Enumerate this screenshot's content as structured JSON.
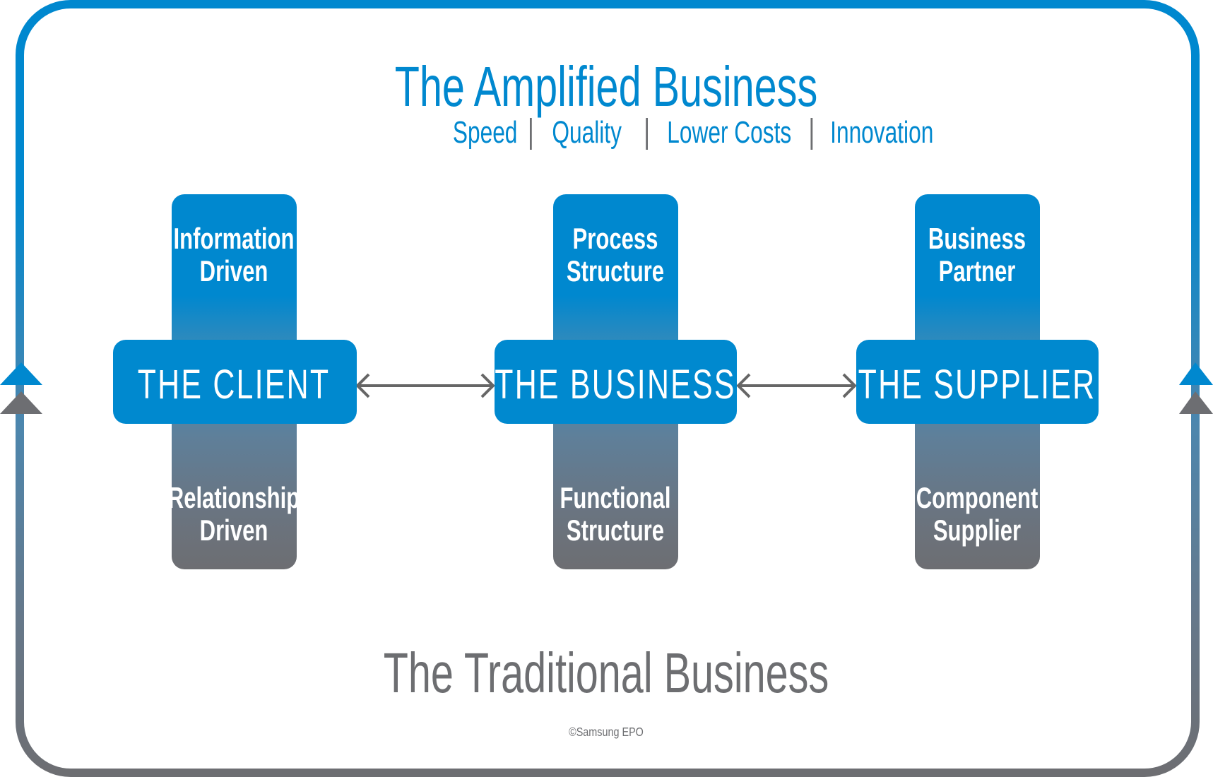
{
  "title": {
    "text": "The Amplified Business",
    "color": "#0088cf"
  },
  "subtitle": {
    "items": [
      "Speed",
      "Quality",
      "Lower Costs",
      "Innovation"
    ],
    "separator": "|",
    "color": "#0088cf",
    "separator_color": "#6d6e71"
  },
  "entities": [
    {
      "id": "client",
      "label": "THE CLIENT",
      "top_lines": [
        "Information",
        "Driven"
      ],
      "bottom_lines": [
        "Relationship",
        "Driven"
      ]
    },
    {
      "id": "business",
      "label": "THE BUSINESS",
      "top_lines": [
        "Process",
        "Structure"
      ],
      "bottom_lines": [
        "Functional",
        "Structure"
      ]
    },
    {
      "id": "supplier",
      "label": "THE SUPPLIER",
      "top_lines": [
        "Business",
        "Partner"
      ],
      "bottom_lines": [
        "Component",
        "Supplier"
      ]
    }
  ],
  "connections": [
    {
      "from": "client",
      "to": "business",
      "type": "bidirectional-arrow"
    },
    {
      "from": "business",
      "to": "supplier",
      "type": "bidirectional-arrow"
    }
  ],
  "footer_title": {
    "text": "The Traditional Business",
    "color": "#6d6e71"
  },
  "copyright": "©Samsung EPO",
  "colors": {
    "blue": "#0088cf",
    "gray": "#6d6e72",
    "steel": "#5f7f99",
    "arrow": "#666666"
  },
  "icons": {
    "frame_markers": [
      "triangle-up-blue-icon",
      "triangle-up-gray-icon"
    ],
    "connector": "double-headed-arrow-icon"
  }
}
